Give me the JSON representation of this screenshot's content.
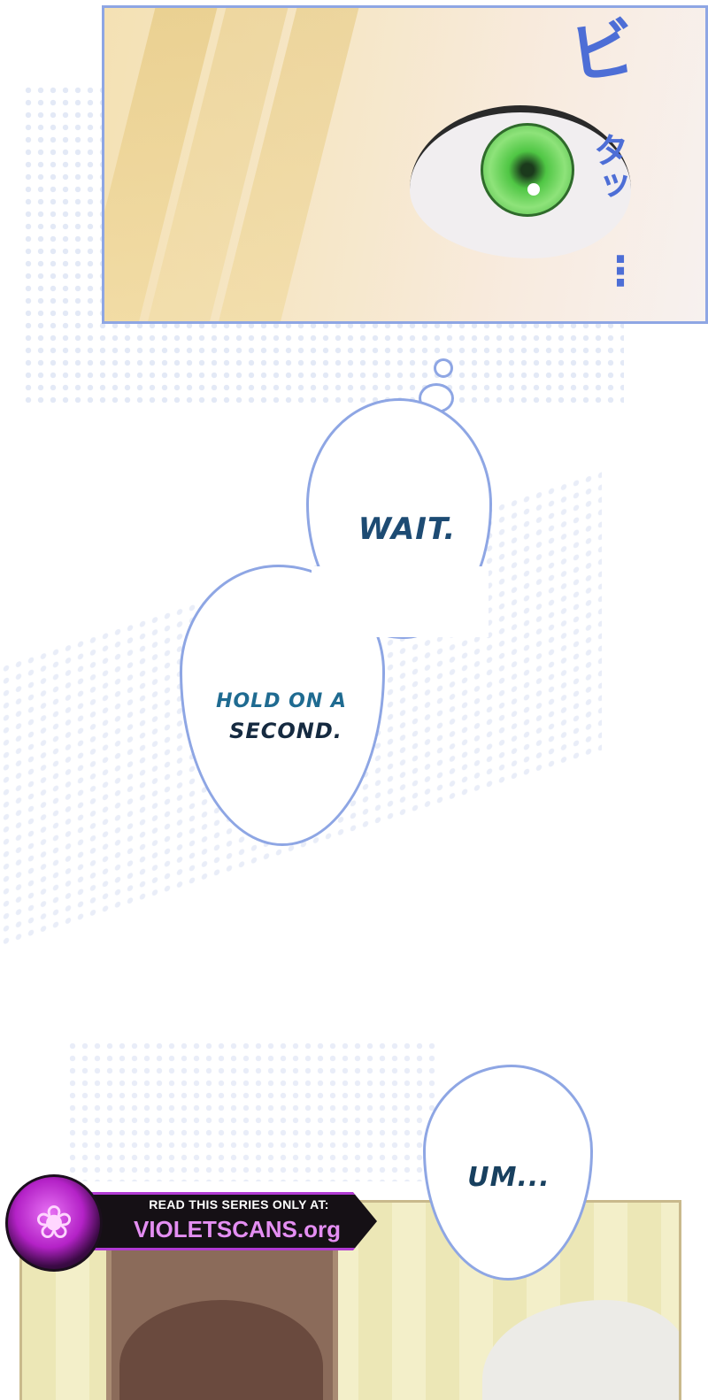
{
  "top_panel": {
    "sfx_large": "ビ",
    "sfx_small": "タッ",
    "sfx_dots": "⋮"
  },
  "bubbles": {
    "wait": "WAIT.",
    "hold_line1": "HOLD ON A",
    "hold_line2": "SECOND.",
    "um": "UM..."
  },
  "banner": {
    "line1": "READ THIS SERIES ONLY AT:",
    "line2": "VIOLETSCANS.org",
    "logo_icon": "rose-icon"
  },
  "colors": {
    "panel_border": "#8ea6e4",
    "speech_text": "#1d4b73",
    "sfx": "#4d6ed6",
    "brand_purple": "#b13bd3"
  }
}
